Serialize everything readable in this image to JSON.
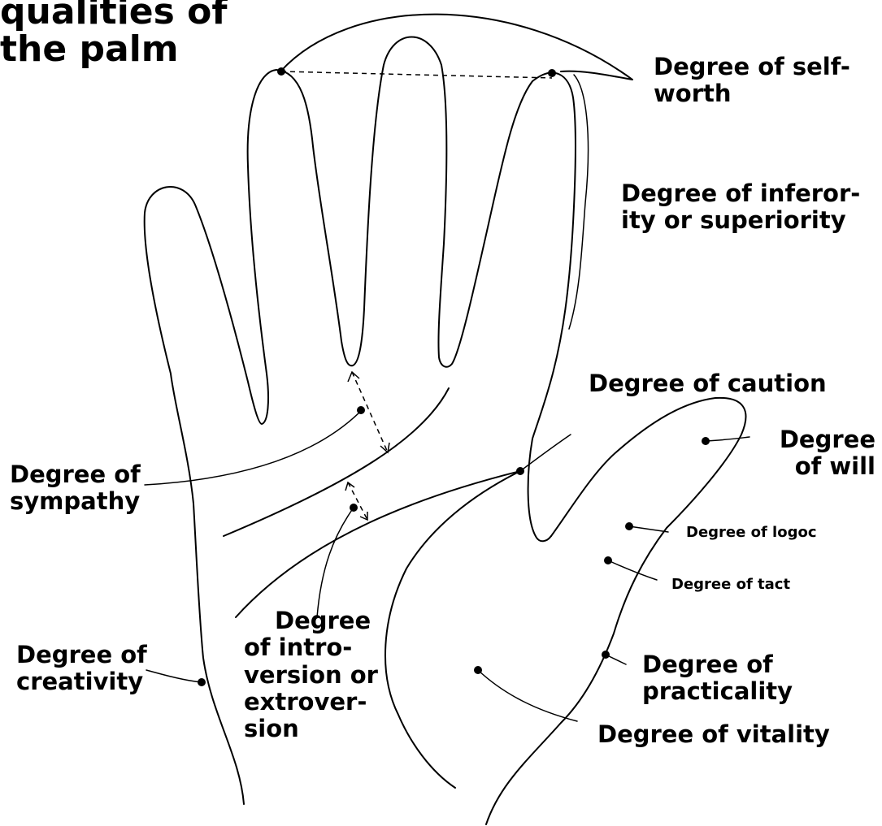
{
  "title": {
    "line1": "qualities of",
    "line2": "the palm"
  },
  "labels": {
    "self_worth": [
      "Degree of self-",
      "worth"
    ],
    "inferiority": [
      "Degree of inferor-",
      "ity or superiority"
    ],
    "caution": "Degree of caution",
    "will": [
      "Degree",
      "of will"
    ],
    "logic": "Degree of logoc",
    "tact": "Degree of tact",
    "practicality": [
      "Degree of",
      "practicality"
    ],
    "vitality": "Degree of vitality",
    "sympathy": [
      "Degree of",
      "sympathy"
    ],
    "creativity": [
      "Degree of",
      "creativity"
    ],
    "introversion": [
      "Degree",
      "of intro-",
      "version or",
      "extrover-",
      "sion"
    ]
  },
  "colors": {
    "ink": "#000000",
    "background": "#ffffff"
  }
}
